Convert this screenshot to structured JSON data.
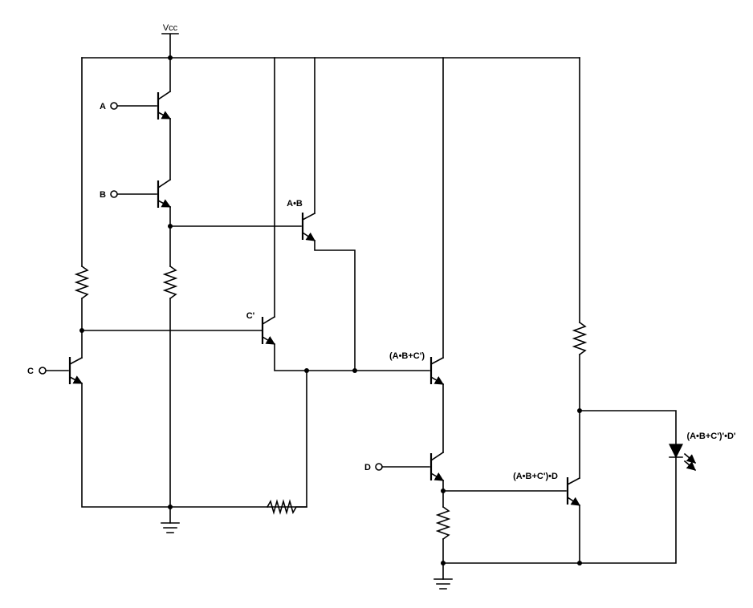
{
  "labels": {
    "vcc": "Vcc",
    "a": "A",
    "b": "B",
    "c": "C",
    "d": "D",
    "ab": "A•B",
    "c_not": "C'",
    "abc": "(A•B+C')",
    "abcd": "(A•B+C')•D",
    "output": "(A•B+C')'•D'"
  }
}
